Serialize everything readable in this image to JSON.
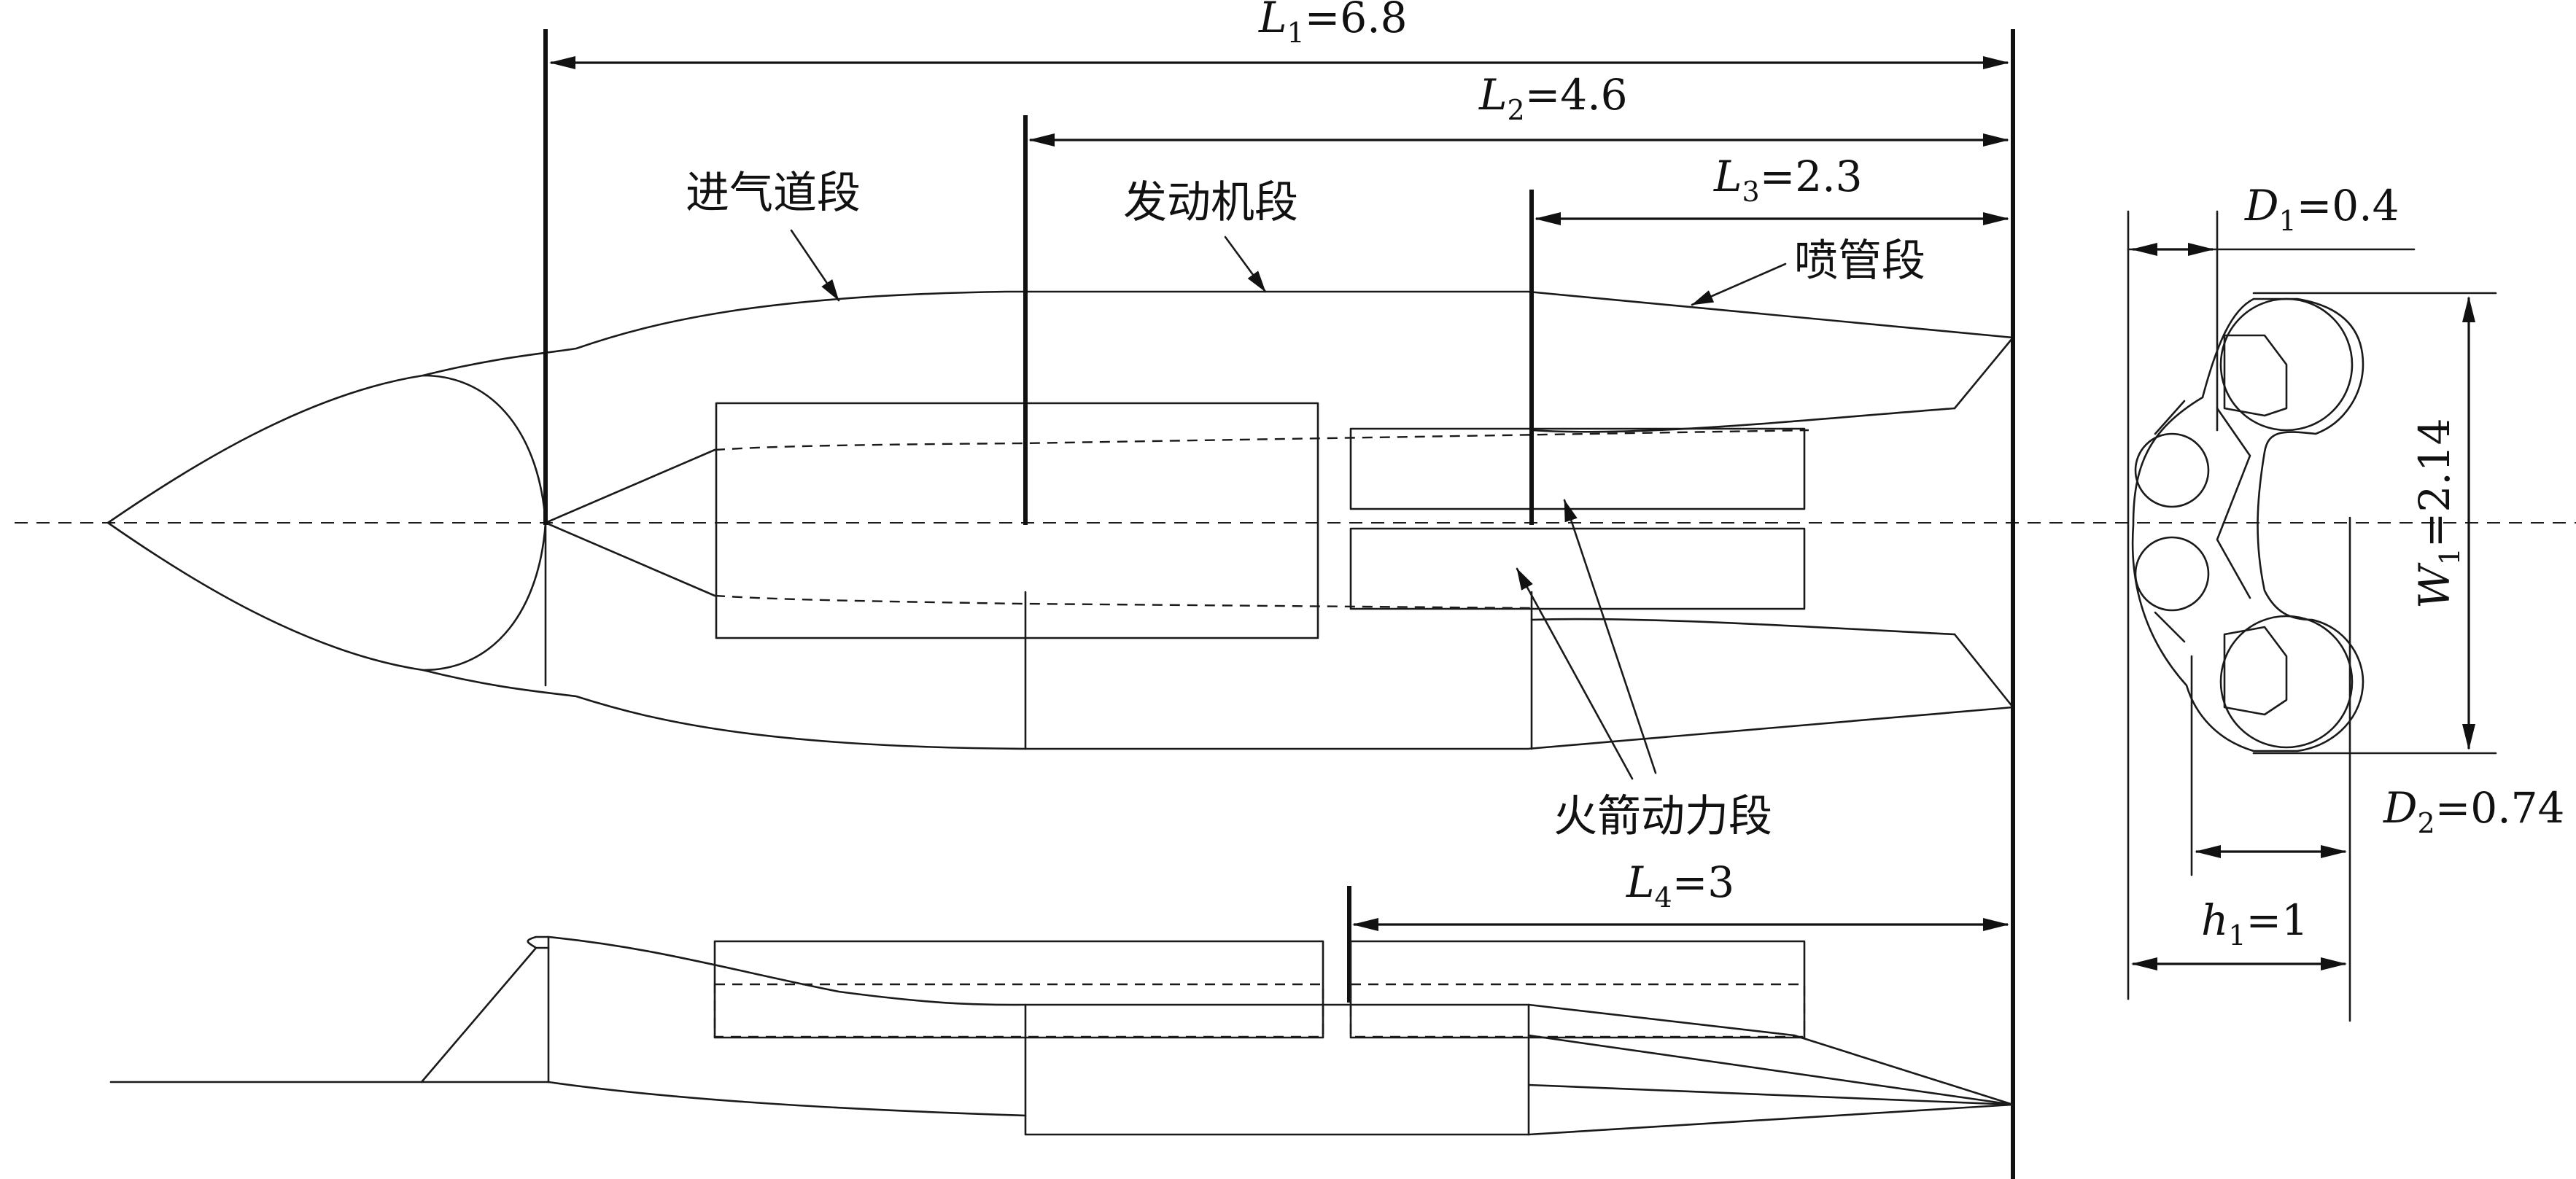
{
  "labels": {
    "inlet": "进气道段",
    "engine": "发动机段",
    "nozzle": "喷管段",
    "rocket": "火箭动力段"
  },
  "dims": {
    "L1": {
      "sym": "L",
      "sub": "1",
      "val": "=6.8"
    },
    "L2": {
      "sym": "L",
      "sub": "2",
      "val": "=4.6"
    },
    "L3": {
      "sym": "L",
      "sub": "3",
      "val": "=2.3"
    },
    "L4": {
      "sym": "L",
      "sub": "4",
      "val": "=3"
    },
    "D1": {
      "sym": "D",
      "sub": "1",
      "val": "=0.4"
    },
    "D2": {
      "sym": "D",
      "sub": "2",
      "val": "=0.74"
    },
    "W1": {
      "sym": "W",
      "sub": "1",
      "val": "=2.14"
    },
    "h1": {
      "sym": "h",
      "sub": "1",
      "val": "=1"
    }
  }
}
